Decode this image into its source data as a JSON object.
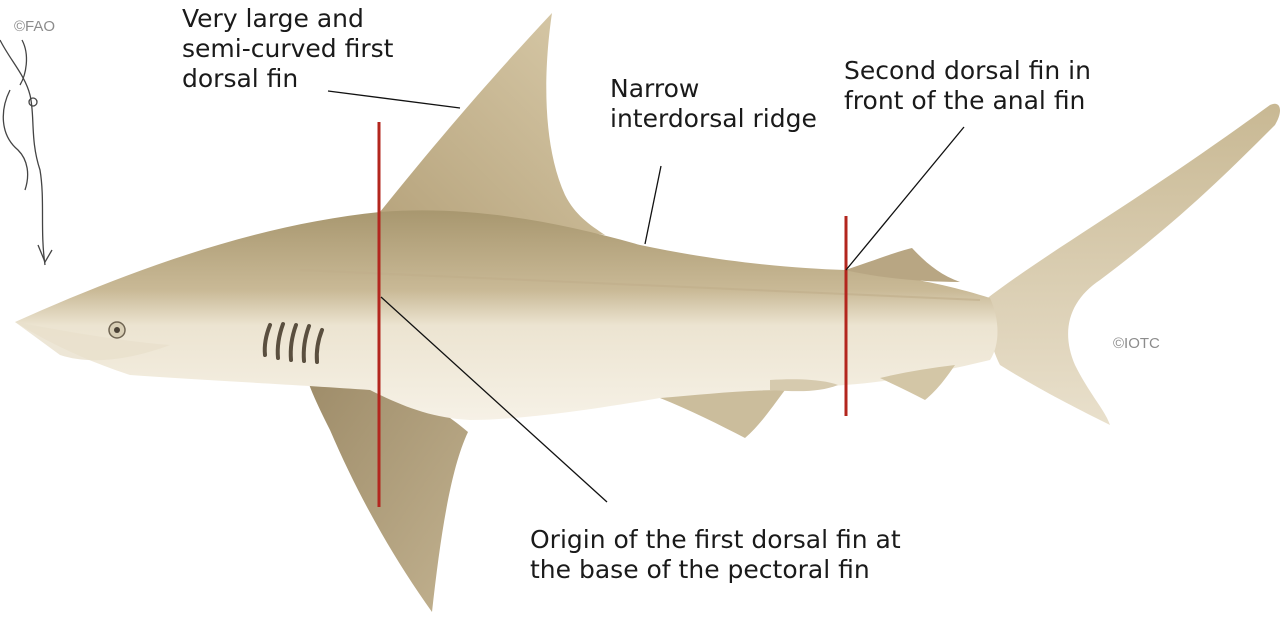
{
  "credits": {
    "left": "©FAO",
    "right": "©IOTC"
  },
  "annotations": {
    "first_dorsal": [
      "Very large and",
      "semi-curved first",
      "dorsal fin"
    ],
    "interdorsal": [
      "Narrow",
      "interdorsal ridge"
    ],
    "second_dorsal": [
      "Second dorsal fin in",
      "front of the anal fin"
    ],
    "origin": [
      "Origin of the first dorsal fin at",
      "the base of the pectoral fin"
    ]
  },
  "colors": {
    "marker_line": "#b3261e",
    "leader_line": "#111111",
    "body_dorsal": "#b2a27e",
    "body_ventral": "#f1ebdc",
    "fin": "#a89674"
  }
}
